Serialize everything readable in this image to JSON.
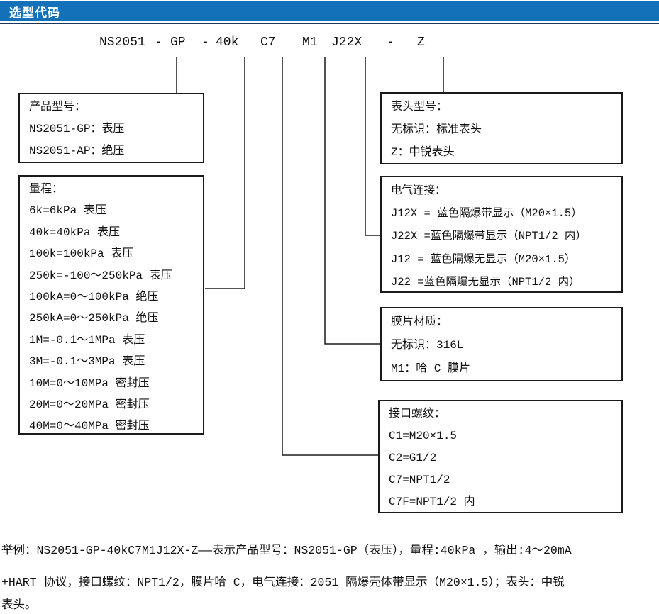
{
  "header": {
    "title": "选型代码"
  },
  "colors": {
    "header_bar": "#1271b9",
    "header_rule": "#17375d",
    "line": "#1a1a1a"
  },
  "code": {
    "tokens": [
      "NS2051",
      "-",
      "GP",
      "-",
      "40k",
      "C7",
      "M1",
      "J22X",
      "-",
      "Z"
    ]
  },
  "boxes": {
    "product_model": {
      "title": "产品型号：",
      "options": [
        "NS2051-GP：表压",
        "NS2051-AP：绝压"
      ]
    },
    "range": {
      "title": "量程：",
      "options": [
        "6k=6kPa 表压",
        "40k=40kPa 表压",
        "100k=100kPa 表压",
        "250k=-100～250kPa 表压",
        "100kA=0～100kPa 绝压",
        "250kA=0～250kPa 绝压",
        "1M=-0.1～1MPa 表压",
        "3M=-0.1～3MPa 表压",
        "10M=0～10MPa 密封压",
        "20M=0～20MPa 密封压",
        "40M=0～40MPa 密封压"
      ]
    },
    "display_head": {
      "title": "表头型号：",
      "options": [
        "无标识：标准表头",
        "Z：中锐表头"
      ]
    },
    "electrical": {
      "title": "电气连接：",
      "options": [
        "J12X = 蓝色隔爆带显示（M20×1.5）",
        "J22X =蓝色隔爆带显示（NPT1/2 内）",
        "J12 = 蓝色隔爆无显示（M20×1.5）",
        "J22 =蓝色隔爆无显示（NPT1/2 内）"
      ]
    },
    "diaphragm": {
      "title": "膜片材质：",
      "options": [
        "无标识：316L",
        "M1：哈 C 膜片"
      ]
    },
    "thread": {
      "title": "接口螺纹：",
      "options": [
        "C1=M20×1.5",
        "C2=G1/2",
        "C7=NPT1/2",
        "C7F=NPT1/2 内"
      ]
    }
  },
  "footer": {
    "line1": "举例：NS2051-GP-40kC7M1J12X-Z——表示产品型号：NS2051-GP（表压），量程:40kPa ，输出:4～20mA",
    "line2": "+HART 协议，接口螺纹：NPT1/2，膜片哈 C，电气连接：2051 隔爆壳体带显示（M20×1.5）；表头：中锐",
    "line3": "表头。"
  }
}
